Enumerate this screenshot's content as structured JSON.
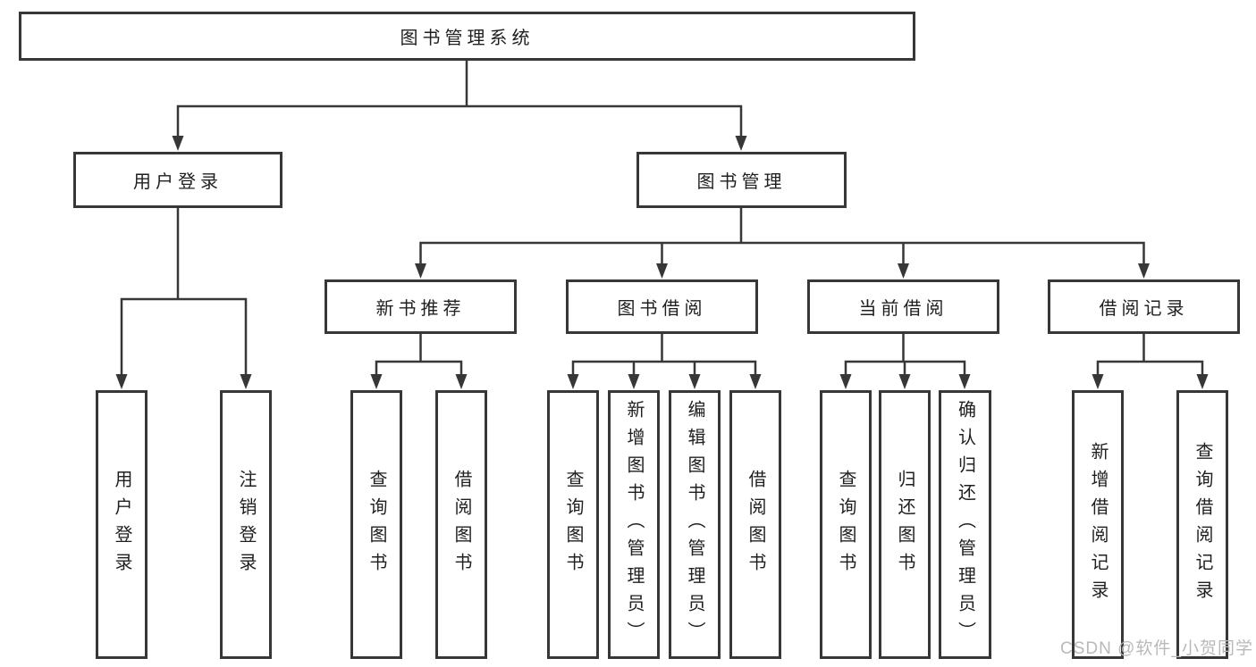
{
  "diagram": {
    "root": {
      "label": "图书管理系统"
    },
    "level2": [
      {
        "label": "用户登录"
      },
      {
        "label": "图书管理"
      }
    ],
    "level3": [
      {
        "label": "新书推荐"
      },
      {
        "label": "图书借阅"
      },
      {
        "label": "当前借阅"
      },
      {
        "label": "借阅记录"
      }
    ],
    "leaves": [
      {
        "label": "用户登录"
      },
      {
        "label": "注销登录"
      },
      {
        "label": "查询图书"
      },
      {
        "label": "借阅图书"
      },
      {
        "label": "查询图书"
      },
      {
        "label": "新增图书（管理员）"
      },
      {
        "label": "编辑图书（管理员）"
      },
      {
        "label": "借阅图书"
      },
      {
        "label": "查询图书"
      },
      {
        "label": "归还图书"
      },
      {
        "label": "确认归还（管理员）"
      },
      {
        "label": "新增借阅记录"
      },
      {
        "label": "查询借阅记录"
      }
    ]
  },
  "watermark": {
    "text": "CSDN @软件_小贺同学",
    "color": "#b9b9b9"
  },
  "colors": {
    "line": "#373737",
    "text": "#1f1f1f",
    "background": "#ffffff"
  }
}
